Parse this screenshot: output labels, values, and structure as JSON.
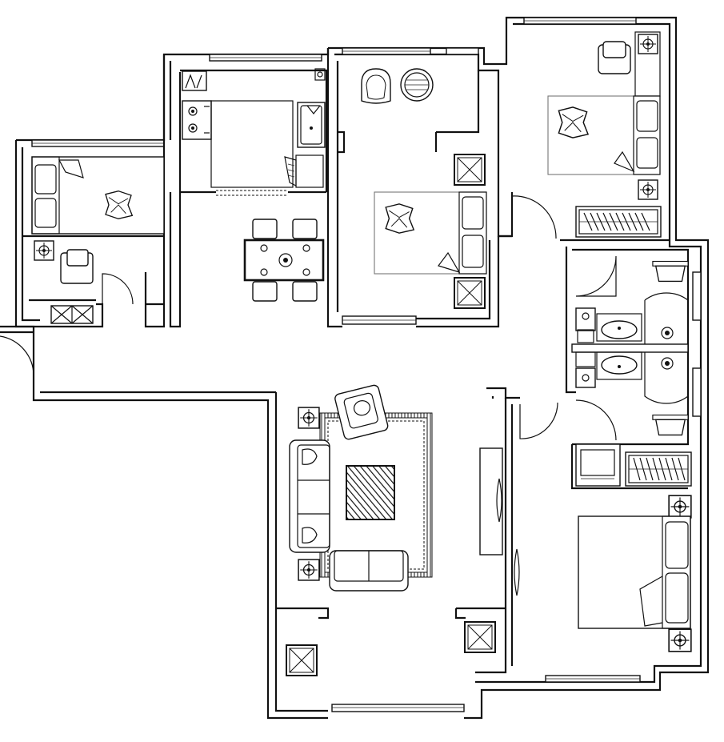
{
  "plan": {
    "view": "floor-plan",
    "style": "black line drawing on white",
    "rooms": [
      "small-bedroom",
      "kitchen",
      "dining-area",
      "second-bedroom",
      "master-bedroom",
      "bathroom-upper",
      "bathroom-lower",
      "living-room",
      "third-bedroom",
      "balcony"
    ]
  },
  "colors": {
    "line": "#111111",
    "background": "#ffffff",
    "bed_outline": "#777777"
  }
}
